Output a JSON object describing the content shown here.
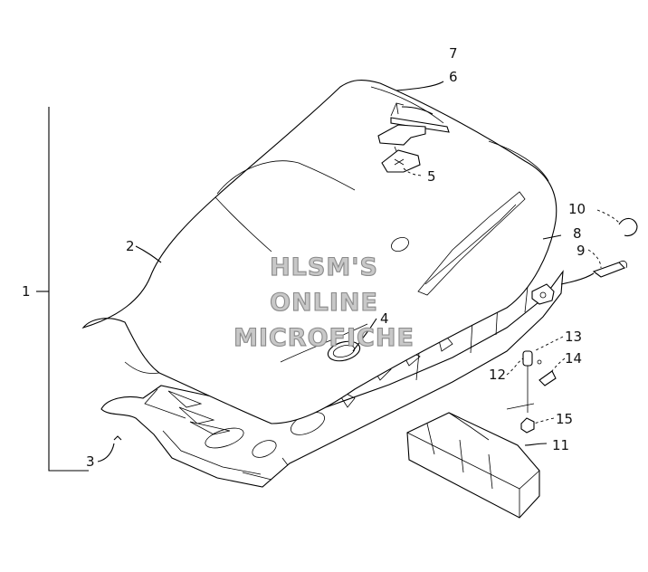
{
  "diagram": {
    "callouts": [
      {
        "id": "c1",
        "text": "1"
      },
      {
        "id": "c2",
        "text": "2"
      },
      {
        "id": "c3",
        "text": "3"
      },
      {
        "id": "c4",
        "text": "4"
      },
      {
        "id": "c5",
        "text": "5"
      },
      {
        "id": "c6",
        "text": "6"
      },
      {
        "id": "c7",
        "text": "7"
      },
      {
        "id": "c8",
        "text": "8"
      },
      {
        "id": "c9",
        "text": "9"
      },
      {
        "id": "c10",
        "text": "10"
      },
      {
        "id": "c11",
        "text": "11"
      },
      {
        "id": "c12",
        "text": "12"
      },
      {
        "id": "c13",
        "text": "13"
      },
      {
        "id": "c14",
        "text": "14"
      },
      {
        "id": "c15",
        "text": "15"
      }
    ],
    "watermark": [
      "HLSM'S",
      "ONLINE",
      "MICROFICHE"
    ]
  }
}
